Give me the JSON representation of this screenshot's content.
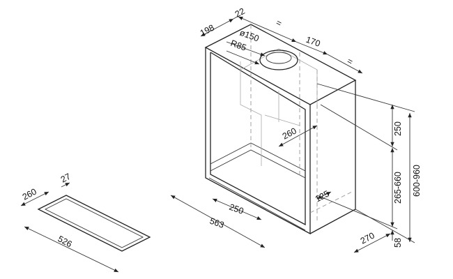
{
  "drawing": {
    "hood_dimensions": {
      "top_depth": "198",
      "top_offset": "22",
      "equal_left": "=",
      "duct_diameter": "ø150",
      "duct_radius": "R85",
      "chimney_width": "170",
      "equal_right": "=",
      "chimney_height": "250",
      "inner_depth": "260",
      "total_height": "600-960",
      "adjustable_height": "265-660",
      "inner_offset": "125",
      "inner_width": "250",
      "total_width": "563",
      "side_depth": "270",
      "base_height": "58"
    },
    "cutout_dimensions": {
      "depth": "260",
      "offset": "27",
      "width": "526"
    }
  }
}
